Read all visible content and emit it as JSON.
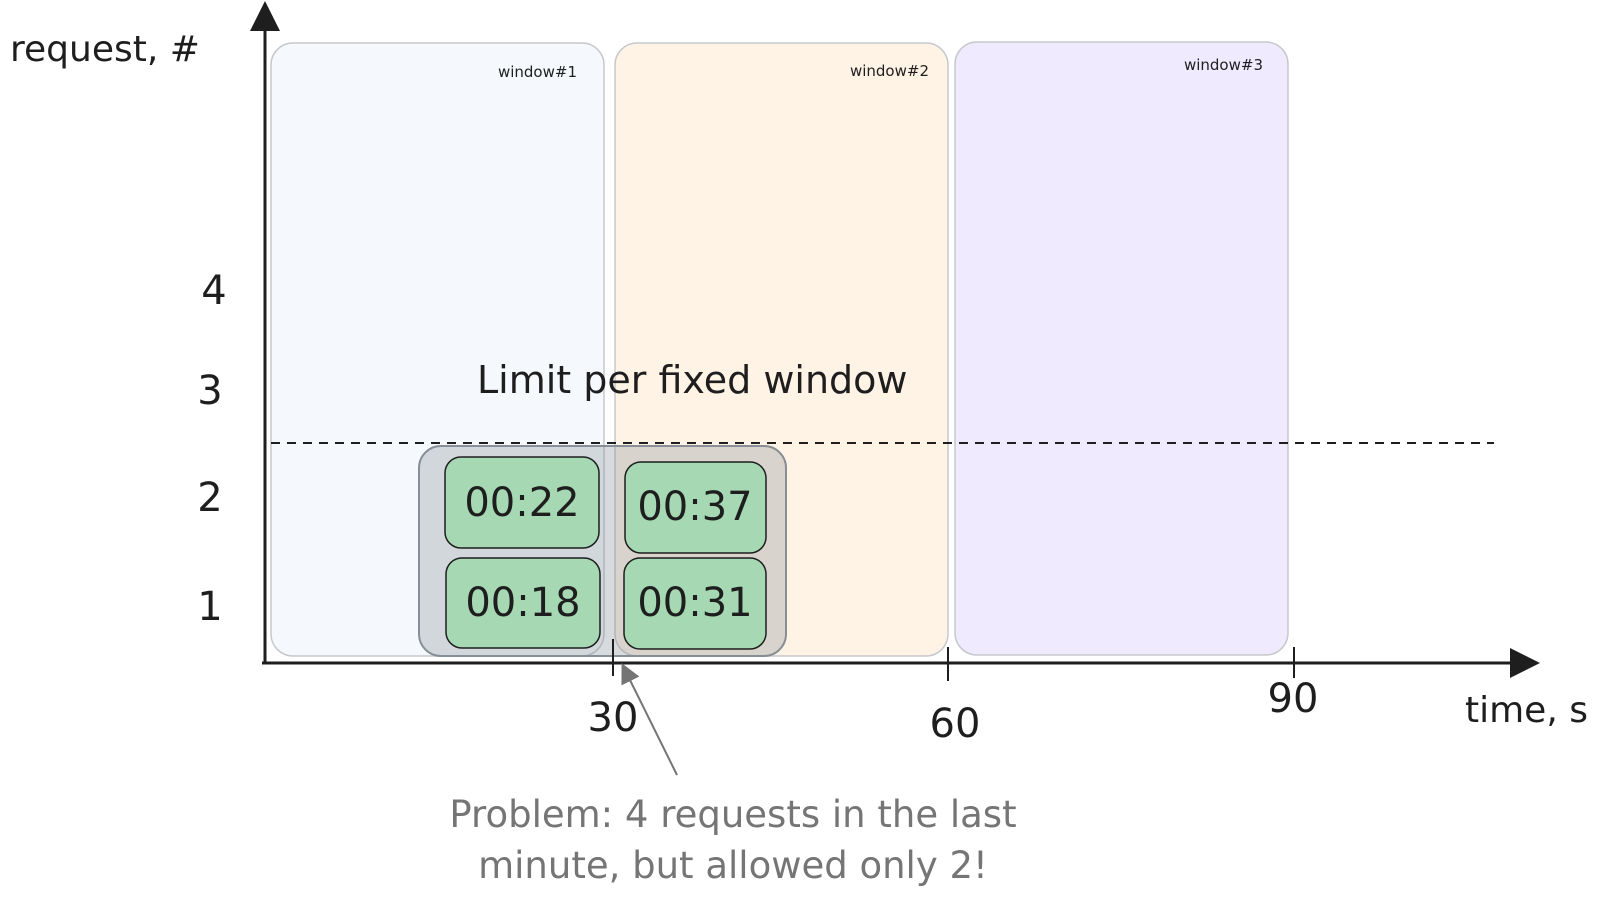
{
  "axes": {
    "y_label": "request, #",
    "x_label": "time, s",
    "y_ticks": [
      "1",
      "2",
      "3",
      "4"
    ],
    "x_ticks": [
      "30",
      "60",
      "90"
    ]
  },
  "windows": [
    {
      "label": "window#1",
      "color": "#f5f9fd"
    },
    {
      "label": "window#2",
      "color": "#fff3e6"
    },
    {
      "label": "window#3",
      "color": "#efeafe"
    }
  ],
  "limit": {
    "label": "Limit per fixed window"
  },
  "requests": [
    {
      "time": "00:18",
      "color": "#a5d8b3"
    },
    {
      "time": "00:22",
      "color": "#a5d8b3"
    },
    {
      "time": "00:31",
      "color": "#a5d8b3"
    },
    {
      "time": "00:37",
      "color": "#a5d8b3"
    }
  ],
  "highlight_color": "#868e96",
  "problem": {
    "line1": "Problem: 4 requests in the last",
    "line2": "minute, but allowed only 2!"
  }
}
